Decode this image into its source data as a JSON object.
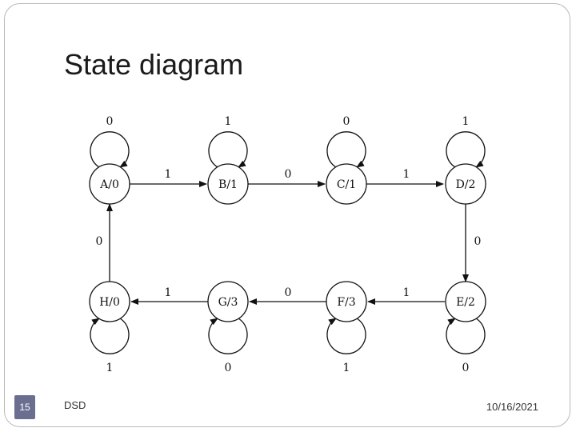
{
  "slide": {
    "title": "State diagram",
    "page_number": "15",
    "footer_left": "DSD",
    "footer_right": "10/16/2021"
  },
  "diagram": {
    "states": [
      {
        "id": "A",
        "label": "A/0",
        "self_loop_input": "0"
      },
      {
        "id": "B",
        "label": "B/1",
        "self_loop_input": "1"
      },
      {
        "id": "C",
        "label": "C/1",
        "self_loop_input": "0"
      },
      {
        "id": "D",
        "label": "D/2",
        "self_loop_input": "1"
      },
      {
        "id": "H",
        "label": "H/0",
        "self_loop_input": "1"
      },
      {
        "id": "G",
        "label": "G/3",
        "self_loop_input": "0"
      },
      {
        "id": "F",
        "label": "F/3",
        "self_loop_input": "1"
      },
      {
        "id": "E",
        "label": "E/2",
        "self_loop_input": "0"
      }
    ],
    "transitions": [
      {
        "from": "A",
        "to": "B",
        "input": "1"
      },
      {
        "from": "B",
        "to": "C",
        "input": "0"
      },
      {
        "from": "C",
        "to": "D",
        "input": "1"
      },
      {
        "from": "D",
        "to": "E",
        "input": "0"
      },
      {
        "from": "E",
        "to": "F",
        "input": "1"
      },
      {
        "from": "F",
        "to": "G",
        "input": "0"
      },
      {
        "from": "G",
        "to": "H",
        "input": "1"
      },
      {
        "from": "H",
        "to": "A",
        "input": "0"
      }
    ]
  }
}
